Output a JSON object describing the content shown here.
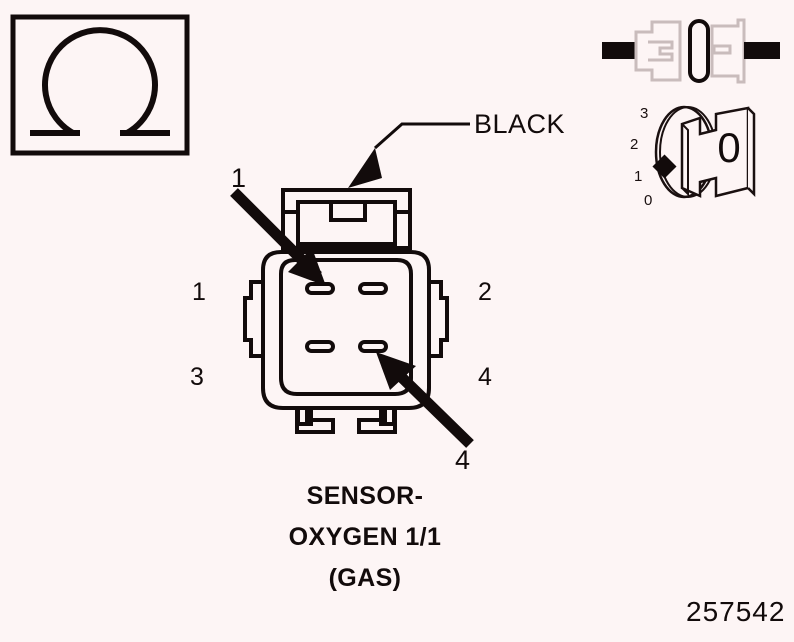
{
  "page": {
    "background_color": "#fdf5f5",
    "ink_color": "#120b0b",
    "part_number": "257542"
  },
  "measure_symbol": {
    "icon": "ohm-resistance-icon",
    "symbol": "Ω",
    "meaning": "resistance-measurement"
  },
  "status_icons": {
    "connector_disconnect": {
      "icon": "connector-disconnected-icon",
      "meaning": "disconnect-connector"
    },
    "ignition_key": {
      "icon": "ignition-key-switch-icon",
      "positions": [
        "3",
        "2",
        "1",
        "0"
      ],
      "selected_position": "0",
      "key_glyph": "0"
    }
  },
  "connector": {
    "wire_label": "BLACK",
    "name_lines": [
      "SENSOR-",
      "OXYGEN 1/1",
      "(GAS)"
    ],
    "cavity_numbers": {
      "top_left": "1",
      "top_right": "2",
      "bottom_left": "3",
      "bottom_right": "4"
    },
    "callouts": [
      {
        "label": "1",
        "target": "top-left-terminal"
      },
      {
        "label": "4",
        "target": "bottom-right-terminal"
      }
    ]
  }
}
